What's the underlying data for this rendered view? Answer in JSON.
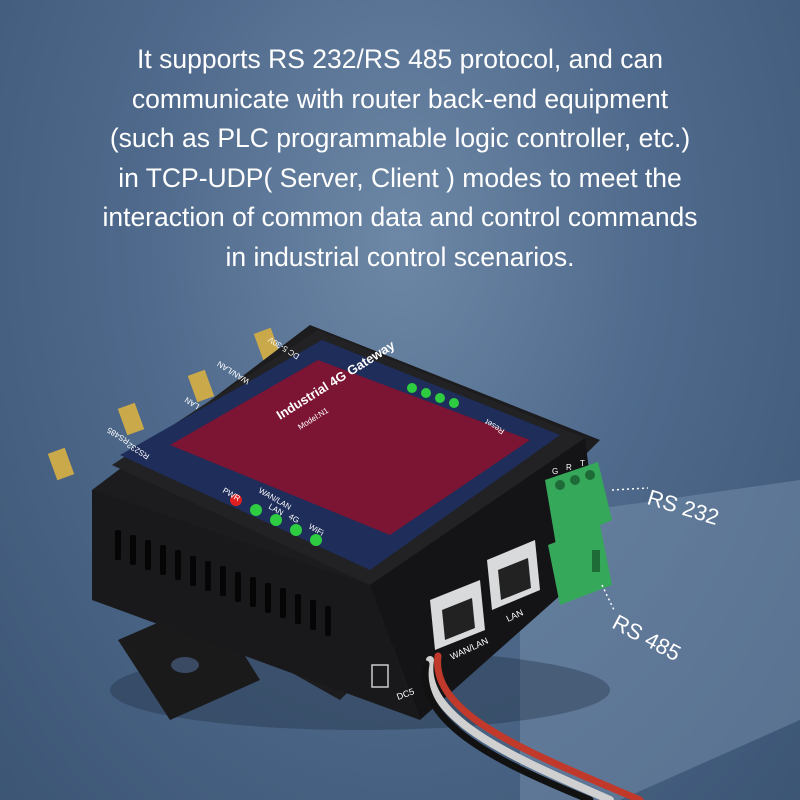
{
  "headline": {
    "lines": [
      "It supports RS 232/RS 485 protocol, and can",
      "communicate with router back-end equipment",
      "(such as PLC programmable logic controller, etc.)",
      "in TCP-UDP( Server, Client ) modes to meet the",
      "interaction of common data and control commands",
      "in industrial control scenarios."
    ]
  },
  "device": {
    "top_panel_title": "Industrial 4G Gateway",
    "top_panel_model": "Model:N1",
    "port_labels": [
      "RS485",
      "RS232",
      "LAN",
      "WAN/LAN",
      "DC 5-30V"
    ],
    "reset_label": "Reset",
    "indicator_labels": [
      "PWR",
      "WAN/LAN",
      "LAN",
      "4G",
      "WiFi"
    ],
    "front_port_labels": [
      "WAN/LAN",
      "LAN"
    ],
    "power_label": "DC5",
    "terminal_letters": [
      "G",
      "R",
      "T"
    ]
  },
  "callouts": {
    "rs232": "RS 232",
    "rs485": "RS 485"
  },
  "colors": {
    "background": "#4f6a8c",
    "device_body": "#1c1c1e",
    "top_panel": "#7c1434",
    "panel_side": "#1e2d5a",
    "terminal_green": "#35a85a",
    "led_green": "#2ecc40",
    "led_red": "#e02020"
  }
}
